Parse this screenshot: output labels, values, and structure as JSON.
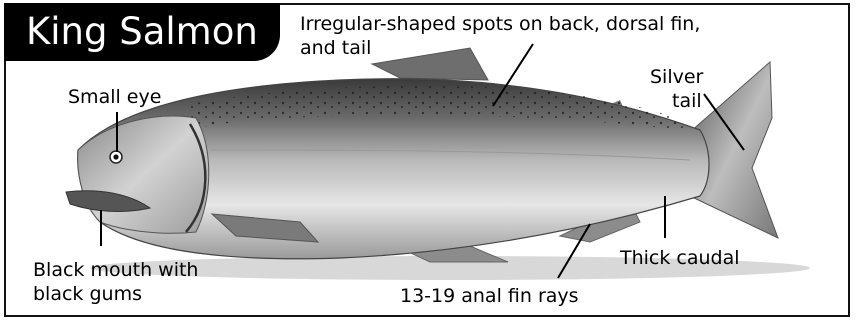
{
  "title": "King Salmon",
  "colors": {
    "background": "#ffffff",
    "title_bg": "#000000",
    "title_text": "#ffffff",
    "text": "#000000"
  },
  "labels": {
    "spots_line1": "Irregular-shaped spots on back, dorsal fin,",
    "spots_line2": "and tail",
    "small_eye": "Small eye",
    "silver_tail_line1": "Silver",
    "silver_tail_line2": "tail",
    "mouth_line1": "Black mouth with",
    "mouth_line2": "black gums",
    "caudal": "Thick caudal",
    "anal_fin": "13-19 anal fin rays"
  }
}
